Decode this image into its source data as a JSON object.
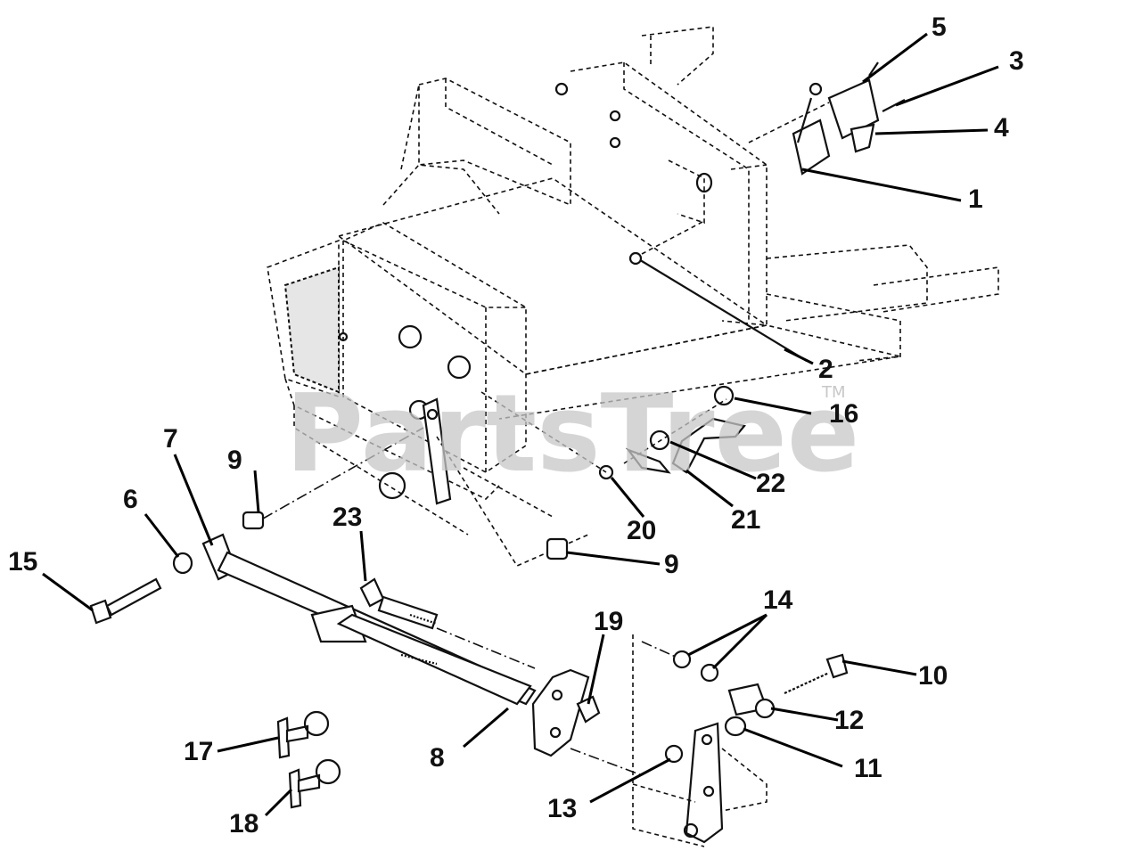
{
  "watermark": {
    "text": "PartsTree",
    "tm": "TM"
  },
  "callouts": [
    {
      "id": "c1",
      "label": "1"
    },
    {
      "id": "c2",
      "label": "2"
    },
    {
      "id": "c3",
      "label": "3"
    },
    {
      "id": "c4",
      "label": "4"
    },
    {
      "id": "c5",
      "label": "5"
    },
    {
      "id": "c6",
      "label": "6"
    },
    {
      "id": "c7",
      "label": "7"
    },
    {
      "id": "c8",
      "label": "8"
    },
    {
      "id": "c9a",
      "label": "9"
    },
    {
      "id": "c9b",
      "label": "9"
    },
    {
      "id": "c10",
      "label": "10"
    },
    {
      "id": "c11",
      "label": "11"
    },
    {
      "id": "c12",
      "label": "12"
    },
    {
      "id": "c13",
      "label": "13"
    },
    {
      "id": "c14",
      "label": "14"
    },
    {
      "id": "c15",
      "label": "15"
    },
    {
      "id": "c16",
      "label": "16"
    },
    {
      "id": "c17",
      "label": "17"
    },
    {
      "id": "c18",
      "label": "18"
    },
    {
      "id": "c19",
      "label": "19"
    },
    {
      "id": "c20",
      "label": "20"
    },
    {
      "id": "c21",
      "label": "21"
    },
    {
      "id": "c22",
      "label": "22"
    },
    {
      "id": "c23",
      "label": "23"
    }
  ]
}
